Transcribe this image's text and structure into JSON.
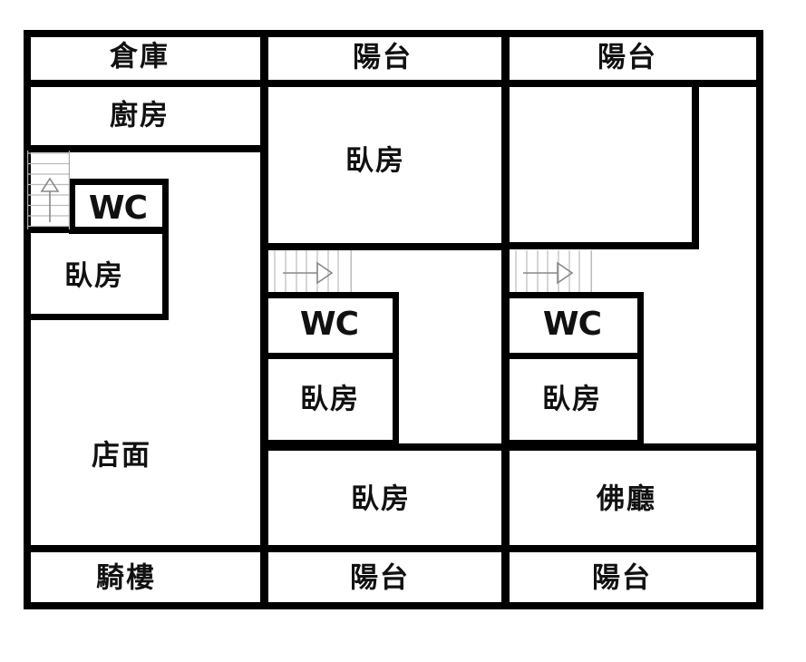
{
  "floorplan": {
    "rooms": {
      "storage": "倉庫",
      "kitchen": "廚房",
      "balcony_top_middle": "陽台",
      "balcony_top_right": "陽台",
      "bedroom_upper_middle": "臥房",
      "wc_left": "WC",
      "bedroom_left": "臥房",
      "wc_middle": "WC",
      "bedroom_middle": "臥房",
      "wc_right": "WC",
      "bedroom_right": "臥房",
      "storefront": "店面",
      "bedroom_lower_middle": "臥房",
      "buddha_hall": "佛廳",
      "arcade": "騎樓",
      "balcony_bottom_middle": "陽台",
      "balcony_bottom_right": "陽台"
    },
    "stairs": [
      {
        "name": "stairs-left",
        "direction": "up"
      },
      {
        "name": "stairs-middle",
        "direction": "right"
      },
      {
        "name": "stairs-right",
        "direction": "right"
      }
    ],
    "colors": {
      "wall": "#000000",
      "background": "#ffffff",
      "stair_tread": "#bbbbbb",
      "stair_boundary": "#aaaaaa",
      "stair_arrow": "#888888"
    }
  }
}
